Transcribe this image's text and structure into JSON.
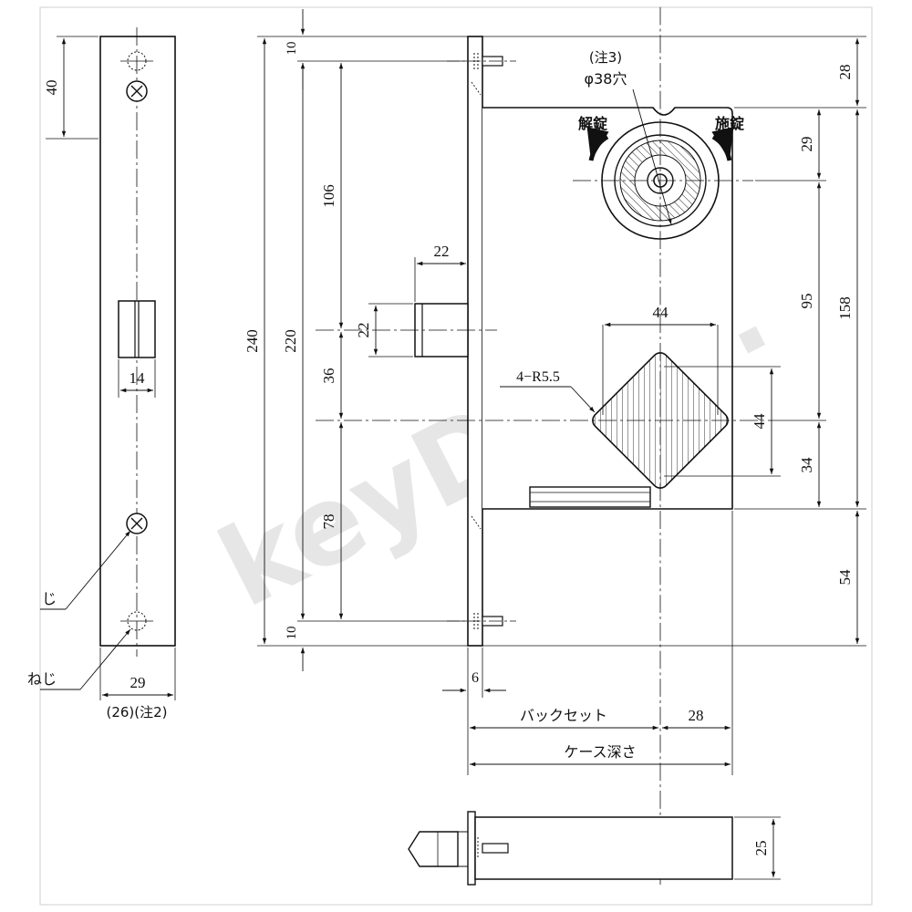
{
  "watermark": "keyDEPO.",
  "notes": {
    "hole_note": "(注3)",
    "hole_dim": "φ38穴",
    "unlock": "解錠",
    "lock": "施錠",
    "radius": "4−R5.5",
    "faceplate_alt_width": "(26)(注2)",
    "cut_text_1": "じ",
    "cut_text_2": "ねじ"
  },
  "dimensions": {
    "faceplate_top_40": "40",
    "faceplate_14": "14",
    "faceplate_29": "29",
    "total_240": "240",
    "span_220": "220",
    "top_10": "10",
    "bottom_10": "10",
    "upper_106": "106",
    "mid_36": "36",
    "lower_78": "78",
    "latch_22_w": "22",
    "latch_22_h": "22",
    "plate_6": "6",
    "backset_label": "バックセット",
    "backset_28": "28",
    "case_depth_label": "ケース深さ",
    "hub_44_w": "44",
    "hub_44_h": "44",
    "right_28": "28",
    "right_29": "29",
    "right_95": "95",
    "right_158": "158",
    "right_34": "34",
    "right_54": "54",
    "bottom_25": "25"
  }
}
